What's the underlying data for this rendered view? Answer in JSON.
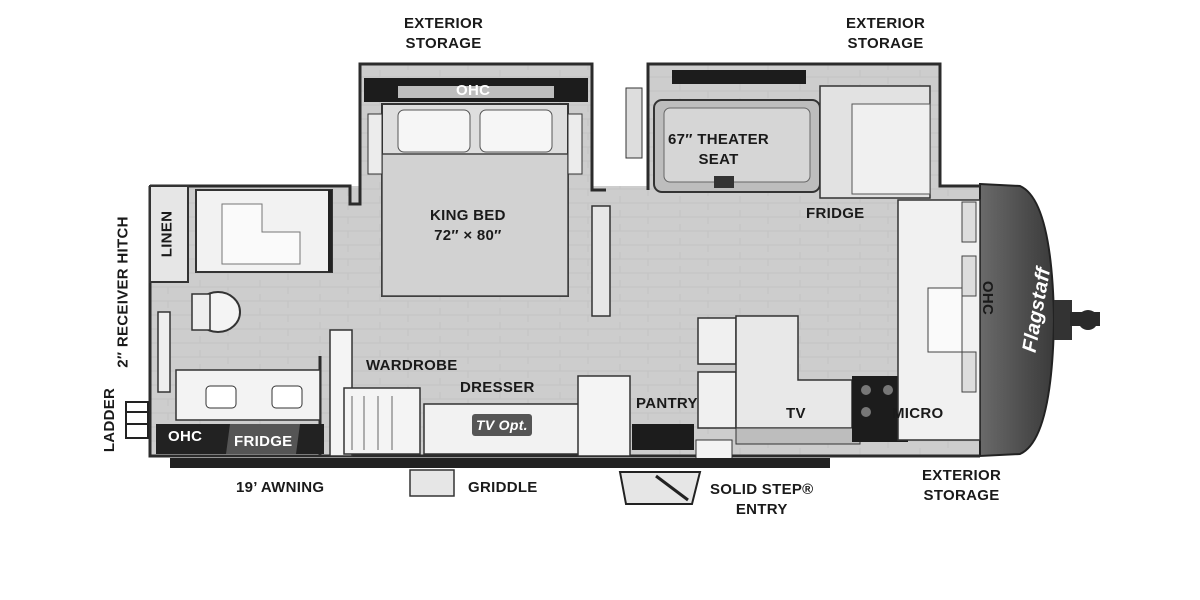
{
  "labels": {
    "exterior_storage_1": [
      "EXTERIOR",
      "STORAGE"
    ],
    "exterior_storage_2": [
      "EXTERIOR",
      "STORAGE"
    ],
    "exterior_storage_3": [
      "EXTERIOR",
      "STORAGE"
    ],
    "ohc_bedroom": "OHC",
    "theater_seat": [
      "67″ THEATER",
      "SEAT"
    ],
    "king_bed": [
      "KING BED",
      "72″ × 80″"
    ],
    "fridge_top": "FRIDGE",
    "linen": "LINEN",
    "receiver_hitch": "2″ RECEIVER HITCH",
    "ladder": "LADDER",
    "ohc_front": "OHC",
    "wardrobe": "WARDROBE",
    "dresser": "DRESSER",
    "tv_opt": "TV Opt.",
    "pantry": "PANTRY",
    "tv": "TV",
    "micro": "MICRO",
    "ohc_rear": "OHC",
    "fridge_rear": "FRIDGE",
    "awning": "19’ AWNING",
    "griddle": "GRIDDLE",
    "solid_step": [
      "SOLID STEP®",
      "ENTRY"
    ],
    "brand": "Flagstaff"
  },
  "colors": {
    "floor": "#cfcfcf",
    "wall": "#2b2b2b",
    "furniture": "#e9e9e9",
    "dark": "#1c1c1c"
  }
}
